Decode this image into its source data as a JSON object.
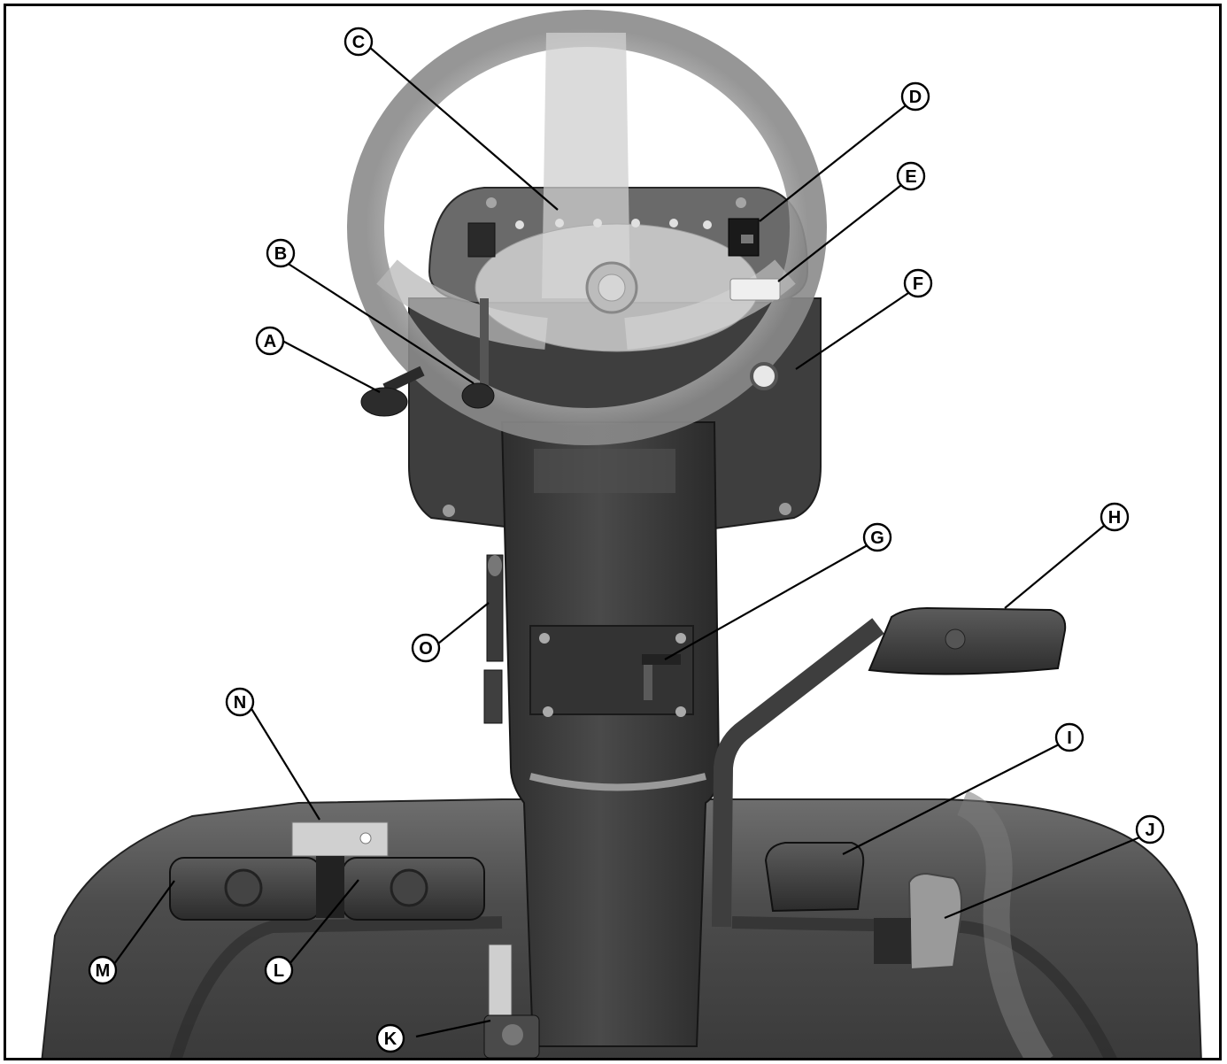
{
  "callouts": [
    {
      "id": "A",
      "label": "A"
    },
    {
      "id": "B",
      "label": "B"
    },
    {
      "id": "C",
      "label": "C"
    },
    {
      "id": "D",
      "label": "D"
    },
    {
      "id": "E",
      "label": "E"
    },
    {
      "id": "F",
      "label": "F"
    },
    {
      "id": "G",
      "label": "G"
    },
    {
      "id": "H",
      "label": "H"
    },
    {
      "id": "I",
      "label": "I"
    },
    {
      "id": "J",
      "label": "J"
    },
    {
      "id": "K",
      "label": "K"
    },
    {
      "id": "L",
      "label": "L"
    },
    {
      "id": "M",
      "label": "M"
    },
    {
      "id": "N",
      "label": "N"
    },
    {
      "id": "O",
      "label": "O"
    }
  ],
  "colors": {
    "frame": "#000000",
    "body_dark": "#3c3c3c",
    "body_mid": "#5a5a5a",
    "wheel": "#9a9a9a",
    "wheel_light": "#c8c8c8",
    "floor": "#4a4a4a",
    "panel_light": "#d6d6d6"
  }
}
